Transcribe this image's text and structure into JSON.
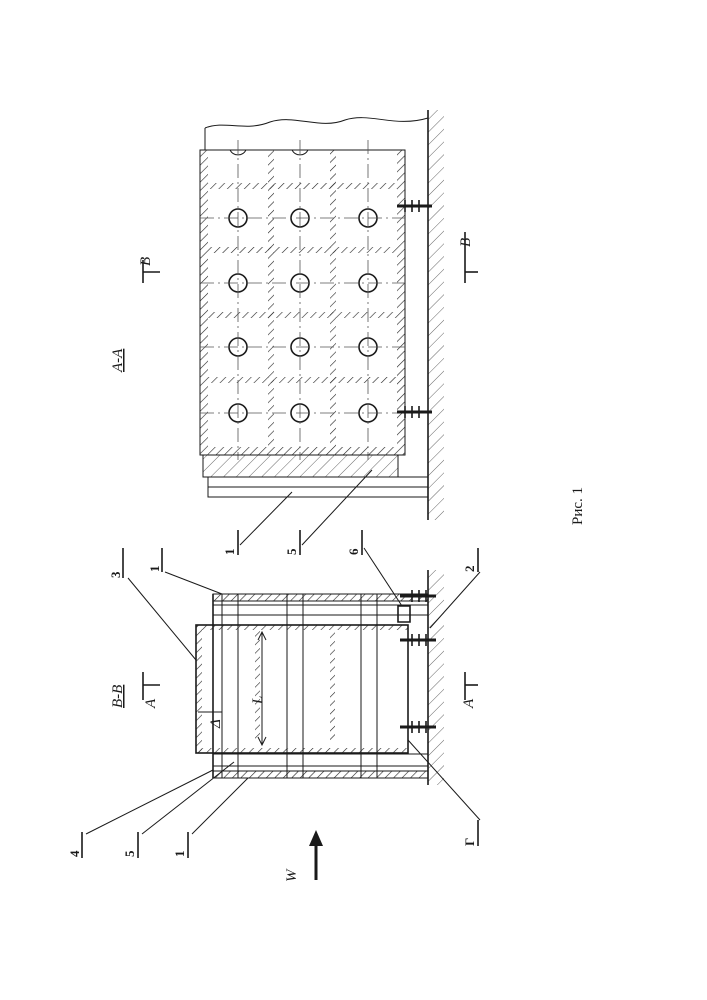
{
  "figure": {
    "caption": "Рис. 1",
    "section_aa_title": "А-А",
    "section_bb_title": "В-В",
    "section_marks": {
      "b_top": "В",
      "b_bottom": "В",
      "a_top": "А",
      "a_bottom": "А"
    },
    "wind_label": "W",
    "dimension_l": "L",
    "dimension_delta": "Δ",
    "reference_numbers": {
      "n1_left": "1",
      "n5_left": "5",
      "n4": "4",
      "n3": "3",
      "n1_top": "1",
      "n2": "2",
      "n_gamma": "Г",
      "n1_right": "1",
      "n5_right": "5",
      "n6": "6"
    }
  }
}
